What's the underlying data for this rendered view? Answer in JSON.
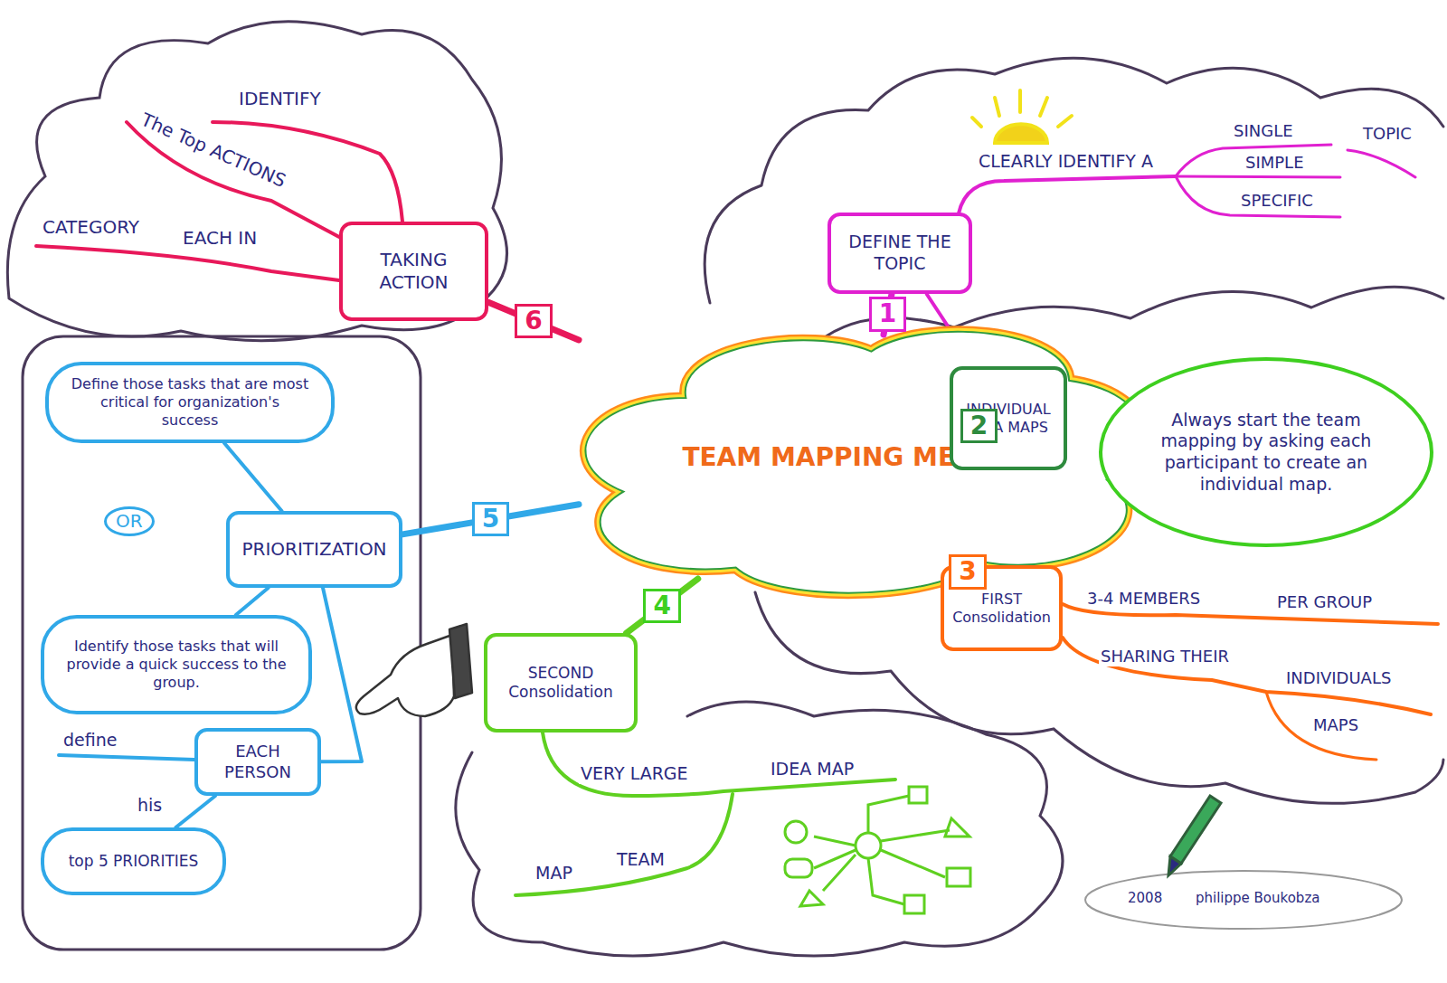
{
  "diagram": {
    "nodes": [
      {
        "text": [
          "TEAM MAPPING METHOD"
        ]
      },
      {
        "text": [
          "DEFINE THE TOPIC"
        ]
      },
      {
        "text": [
          "INDIVIDUAL IDEA MAPS"
        ]
      },
      {
        "text": [
          "Always start the team mapping by asking each participant to create an individual map."
        ]
      },
      {
        "text": [
          "FIRST Consolidation"
        ]
      },
      {
        "text": [
          "SECOND Consolidation"
        ]
      },
      {
        "text": [
          "PRIORITIZATION"
        ]
      },
      {
        "text": [
          "Define those tasks that are most critical for organization's success"
        ]
      },
      {
        "text": [
          "Identify those tasks that will provide a quick success to the group."
        ]
      },
      {
        "text": [
          "EACH PERSON"
        ]
      },
      {
        "text": [
          "top 5 PRIORITIES"
        ]
      },
      {
        "text": [
          "TAKING ACTION"
        ]
      }
    ],
    "edges": [
      {
        "from": 0,
        "to": 1,
        "arrow": "none"
      },
      {
        "from": 0,
        "to": 2,
        "arrow": "none"
      },
      {
        "from": 0,
        "to": 4,
        "arrow": "none"
      },
      {
        "from": 0,
        "to": 5,
        "arrow": "none"
      },
      {
        "from": 0,
        "to": 6,
        "arrow": "none"
      },
      {
        "from": 0,
        "to": 11,
        "arrow": "none"
      },
      {
        "from": 1,
        "to": 2,
        "arrow": "to"
      },
      {
        "from": 2,
        "to": 3,
        "arrow": "none"
      },
      {
        "from": 6,
        "to": 7,
        "arrow": "none"
      },
      {
        "from": 6,
        "to": 8,
        "arrow": "none"
      },
      {
        "from": 6,
        "to": 9,
        "arrow": "none"
      },
      {
        "from": 9,
        "to": 10,
        "arrow": "none"
      }
    ],
    "labels": [
      "1",
      "2",
      "3",
      "4",
      "5",
      "6",
      "CLEARLY IDENTIFY A",
      "SINGLE",
      "SIMPLE",
      "SPECIFIC",
      "TOPIC",
      "3-4 MEMBERS",
      "PER GROUP",
      "SHARING THEIR",
      "INDIVIDUALS",
      "MAPS",
      "VERY LARGE",
      "IDEA MAP",
      "MAP",
      "TEAM",
      "OR",
      "define",
      "his",
      "IDENTIFY",
      "The Top ACTIONS",
      "CATEGORY",
      "EACH IN",
      "2008",
      "philippe Boukobza"
    ]
  }
}
